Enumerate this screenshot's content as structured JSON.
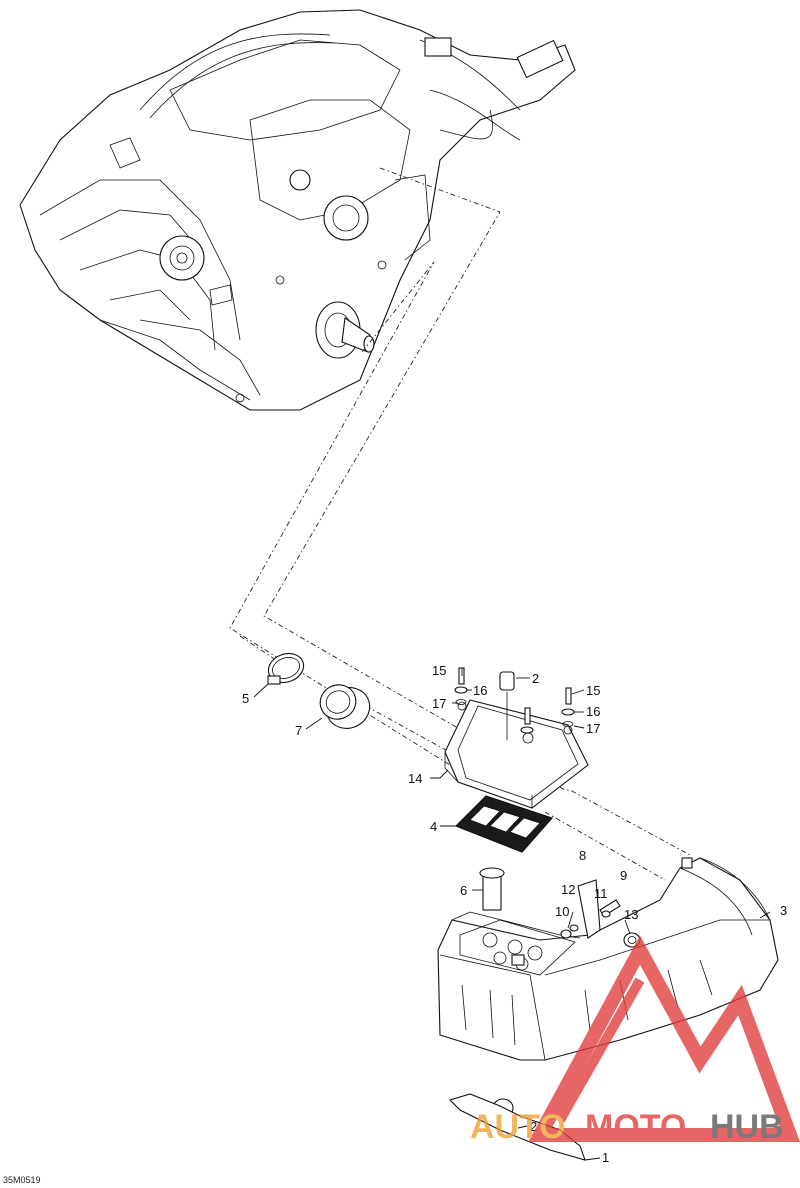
{
  "callouts": {
    "c1": "1",
    "c2_top": "2",
    "c2_bottom": "2",
    "c3": "3",
    "c4": "4",
    "c5": "5",
    "c6": "6",
    "c7": "7",
    "c8": "8",
    "c9": "9",
    "c10": "10",
    "c11": "11",
    "c12": "12",
    "c13": "13",
    "c14": "14",
    "c15_left": "15",
    "c15_right": "15",
    "c16_left": "16",
    "c16_right": "16",
    "c17_left": "17",
    "c17_right": "17"
  },
  "drawing_code": "35M0519",
  "watermark": {
    "part1": "AUTO",
    "part2": "MOTO",
    "part3": "HUB",
    "color_orange": "#f0a030",
    "color_red": "#e03a3a",
    "color_dark": "#555555"
  },
  "icons": {
    "engine": "engine-illustration",
    "airbox": "air-intake-silencer",
    "filter": "air-filter",
    "clamp": "hose-clamp",
    "adapter": "rubber-adapter"
  }
}
